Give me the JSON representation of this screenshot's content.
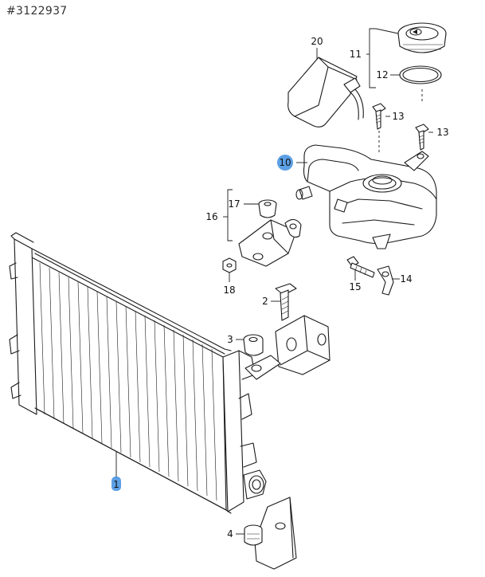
{
  "reference_number": "#3122937",
  "highlight_color": "#3f8fe0",
  "parts": [
    {
      "key": "p1",
      "label": "1"
    },
    {
      "key": "p2",
      "label": "2"
    },
    {
      "key": "p3",
      "label": "3"
    },
    {
      "key": "p4",
      "label": "4"
    },
    {
      "key": "p10",
      "label": "10"
    },
    {
      "key": "p11",
      "label": "11"
    },
    {
      "key": "p12",
      "label": "12"
    },
    {
      "key": "p13a",
      "label": "13"
    },
    {
      "key": "p13b",
      "label": "13"
    },
    {
      "key": "p14",
      "label": "14"
    },
    {
      "key": "p15",
      "label": "15"
    },
    {
      "key": "p16",
      "label": "16"
    },
    {
      "key": "p17",
      "label": "17"
    },
    {
      "key": "p18",
      "label": "18"
    },
    {
      "key": "p20",
      "label": "20"
    }
  ]
}
